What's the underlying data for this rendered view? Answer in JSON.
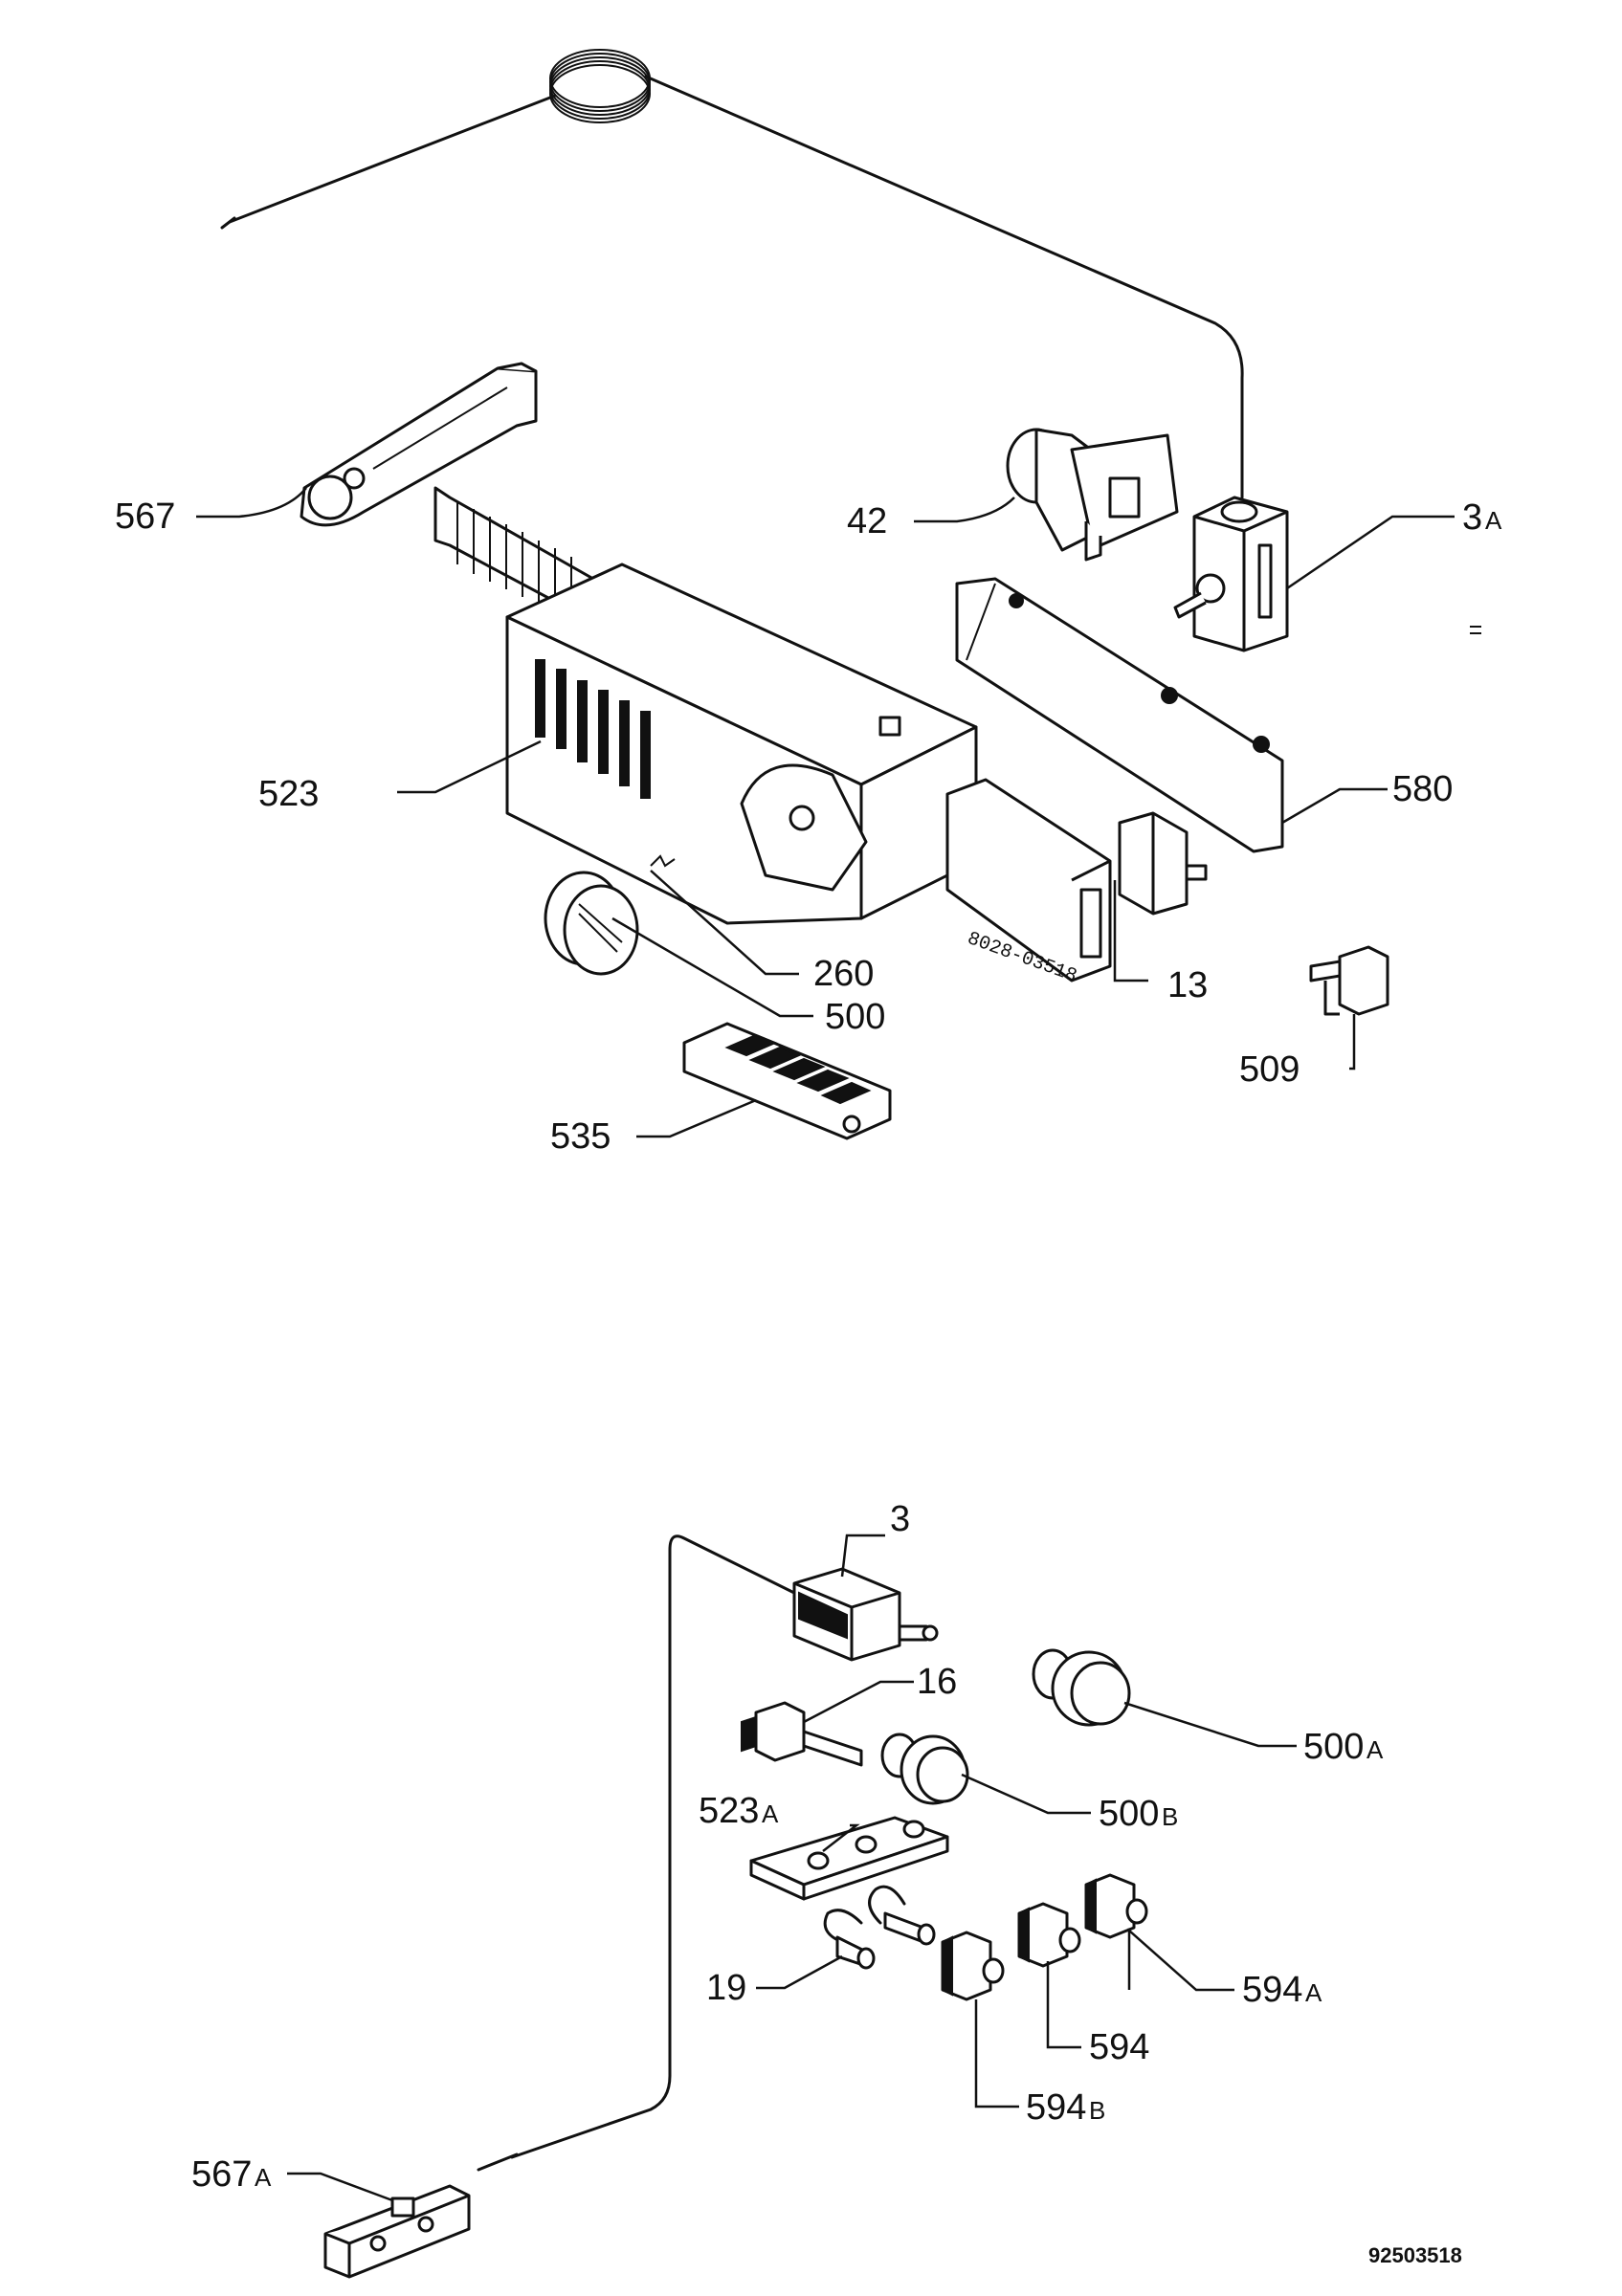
{
  "document_number": "92503518",
  "stamp": "8028-03518",
  "parts_top": {
    "567": {
      "number": "567",
      "suffix": ""
    },
    "42": {
      "number": "42",
      "suffix": ""
    },
    "3A": {
      "number": "3",
      "suffix": "A"
    },
    "523": {
      "number": "523",
      "suffix": ""
    },
    "580": {
      "number": "580",
      "suffix": ""
    },
    "260": {
      "number": "260",
      "suffix": ""
    },
    "500": {
      "number": "500",
      "suffix": ""
    },
    "13": {
      "number": "13",
      "suffix": ""
    },
    "509": {
      "number": "509",
      "suffix": ""
    },
    "535": {
      "number": "535",
      "suffix": ""
    }
  },
  "parts_bottom": {
    "3": {
      "number": "3",
      "suffix": ""
    },
    "16": {
      "number": "16",
      "suffix": ""
    },
    "500A": {
      "number": "500",
      "suffix": "A"
    },
    "500B": {
      "number": "500",
      "suffix": "B"
    },
    "523A": {
      "number": "523",
      "suffix": "A"
    },
    "19": {
      "number": "19",
      "suffix": ""
    },
    "594A": {
      "number": "594",
      "suffix": "A"
    },
    "594": {
      "number": "594",
      "suffix": ""
    },
    "594B": {
      "number": "594",
      "suffix": "B"
    },
    "567A": {
      "number": "567",
      "suffix": "A"
    }
  }
}
